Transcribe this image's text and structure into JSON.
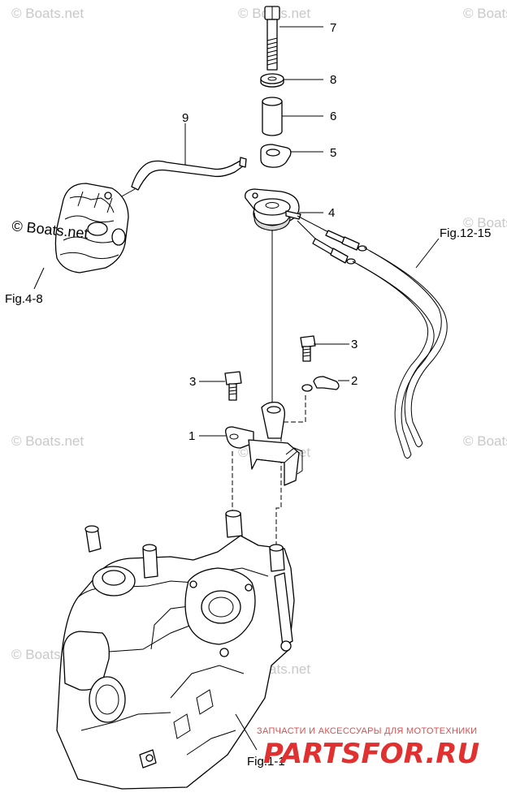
{
  "watermarks": {
    "boats_text": "© Boats.net",
    "boats_dark": "© Boats.net"
  },
  "callouts": {
    "c1": "1",
    "c2": "2",
    "c3a": "3",
    "c3b": "3",
    "c4": "4",
    "c5": "5",
    "c6": "6",
    "c7": "7",
    "c8": "8",
    "c9": "9"
  },
  "figure_refs": {
    "fig_4_8": "Fig.4-8",
    "fig_12_15": "Fig.12-15",
    "fig_1_1": "Fig.1-1"
  },
  "branding": {
    "subtitle": "ЗАПЧАСТИ И АКСЕССУАРЫ ДЛЯ МОТОТЕХНИКИ",
    "name": "PARTSFOR.RU"
  }
}
